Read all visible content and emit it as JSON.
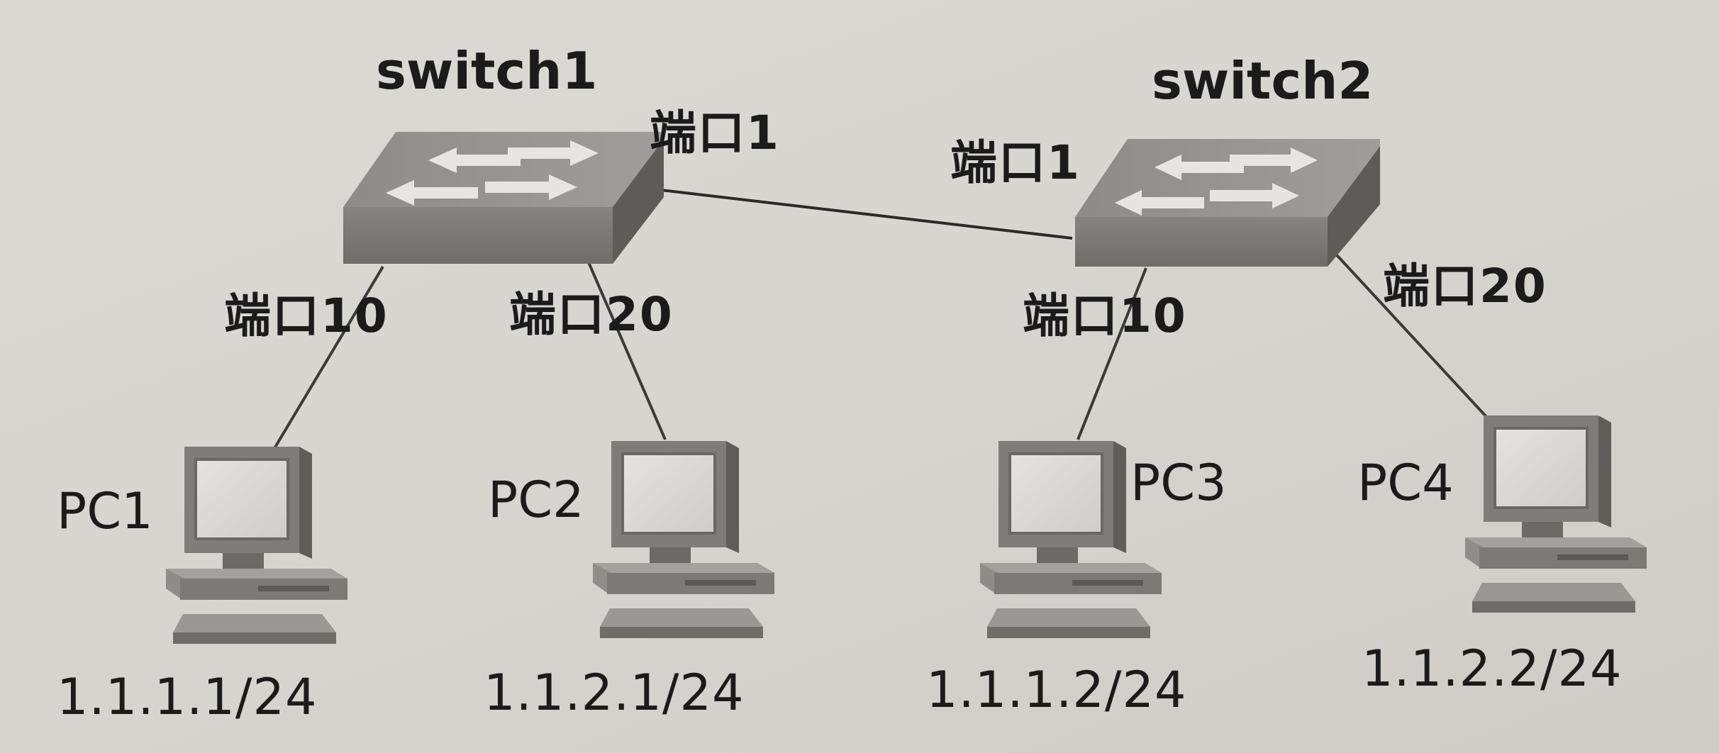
{
  "switches": [
    {
      "name": "switch1",
      "port_uplink": "端口1",
      "port_a": "端口10",
      "port_b": "端口20"
    },
    {
      "name": "switch2",
      "port_uplink": "端口1",
      "port_a": "端口10",
      "port_b": "端口20"
    }
  ],
  "pcs": [
    {
      "name": "PC1",
      "ip": "1.1.1.1/24"
    },
    {
      "name": "PC2",
      "ip": "1.1.2.1/24"
    },
    {
      "name": "PC3",
      "ip": "1.1.1.2/24"
    },
    {
      "name": "PC4",
      "ip": "1.1.2.2/24"
    }
  ],
  "colors": {
    "background": "#d8d6d1",
    "device_body": "#8a8885",
    "device_top": "#9b9996",
    "link": "#2a2a2a",
    "text": "#1b1b1b"
  }
}
